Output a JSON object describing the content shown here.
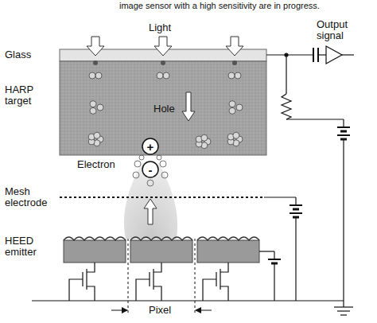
{
  "diagram": {
    "labels": [
      "image sensor with a high sensitivity are in progress.",
      "Light",
      "Output signal",
      "Glass",
      "HARP target",
      "Hole",
      "+",
      "-",
      "Electron",
      "Mesh electrode",
      "HEED emitter",
      "Pixel"
    ]
  }
}
